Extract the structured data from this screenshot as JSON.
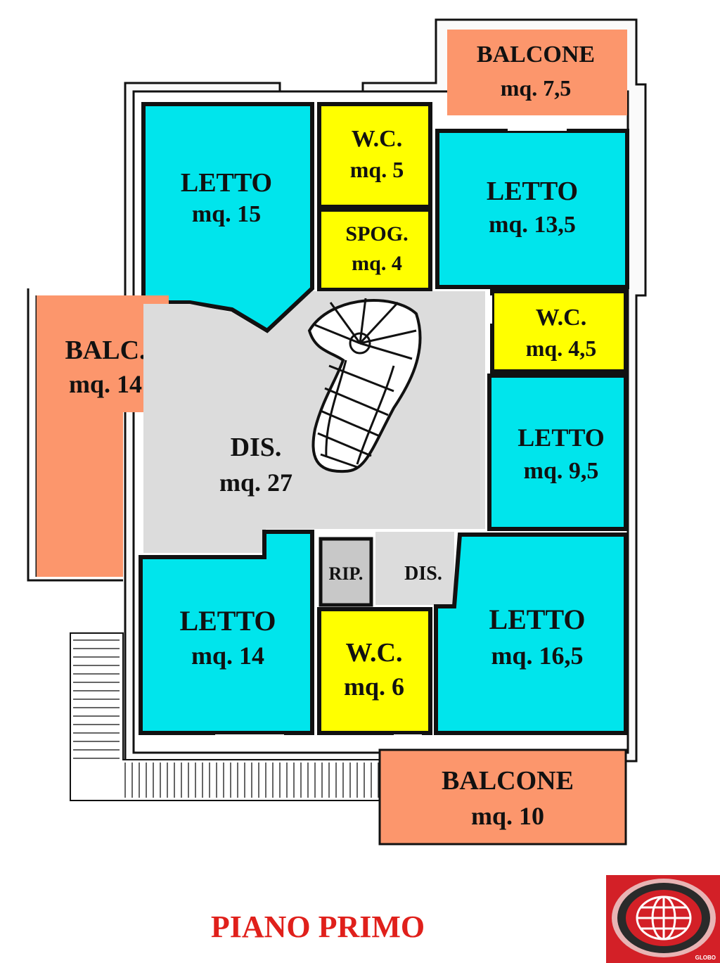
{
  "plan": {
    "title": "PIANO PRIMO",
    "colors": {
      "bedroom": "#00e5ec",
      "wc": "#ffff00",
      "balcony": "#fc966c",
      "hall": "#dcdcdc",
      "storage": "#c8c8c8",
      "wall": "#111111",
      "title": "#e0201b",
      "logo": "#d32027"
    },
    "rooms": {
      "balcone_top": {
        "name": "BALCONE",
        "area": "mq. 7,5"
      },
      "letto_15": {
        "name": "LETTO",
        "area": "mq. 15"
      },
      "wc_5": {
        "name": "W.C.",
        "area": "mq. 5"
      },
      "spog_4": {
        "name": "SPOG.",
        "area": "mq. 4"
      },
      "letto_13_5": {
        "name": "LETTO",
        "area": "mq. 13,5"
      },
      "wc_4_5": {
        "name": "W.C.",
        "area": "mq. 4,5"
      },
      "balc_14": {
        "name": "BALC.",
        "area": "mq. 14"
      },
      "dis_27": {
        "name": "DIS.",
        "area": "mq. 27"
      },
      "letto_9_5": {
        "name": "LETTO",
        "area": "mq. 9,5"
      },
      "rip": {
        "name": "RIP."
      },
      "dis_small": {
        "name": "DIS."
      },
      "letto_14": {
        "name": "LETTO",
        "area": "mq. 14"
      },
      "wc_6": {
        "name": "W.C.",
        "area": "mq. 6"
      },
      "letto_16_5": {
        "name": "LETTO",
        "area": "mq. 16,5"
      },
      "balcone_bottom": {
        "name": "BALCONE",
        "area": "mq. 10"
      }
    },
    "logo": {
      "text": "GLOBO",
      "icon": "globe-icon"
    }
  }
}
